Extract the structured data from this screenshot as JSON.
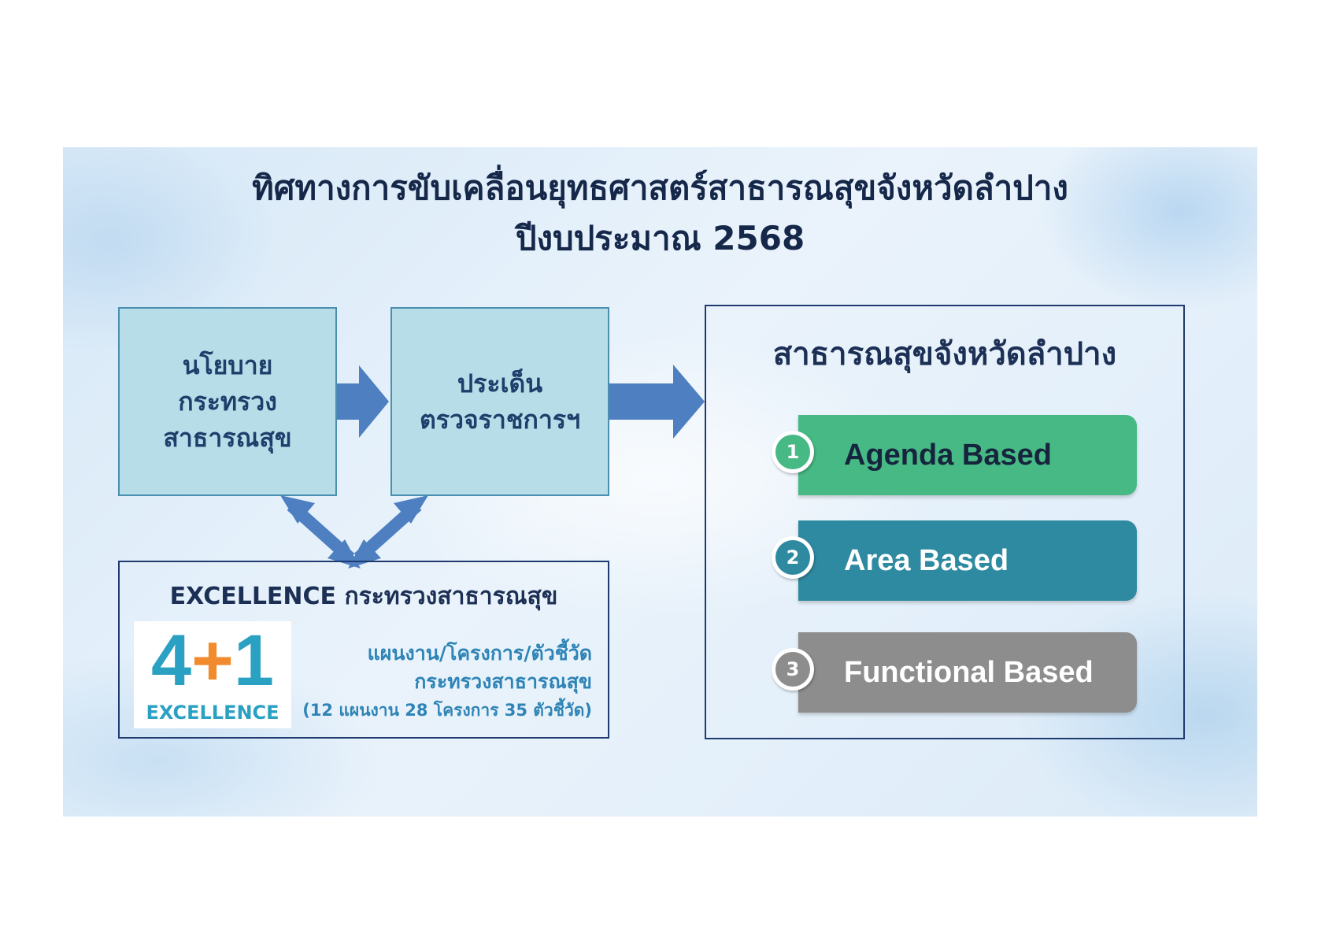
{
  "title": {
    "line1": "ทิศทางการขับเคลื่อนยุทธศาสตร์สาธารณสุขจังหวัดลำปาง",
    "line2": "ปีงบประมาณ 2568"
  },
  "policy_box": {
    "lines": [
      "นโยบาย",
      "กระทรวง",
      "สาธารณสุข"
    ]
  },
  "inspection_box": {
    "lines": [
      "ประเด็น",
      "ตรวจราชการฯ"
    ]
  },
  "excellence": {
    "title": "EXCELLENCE กระทรวงสาธารณสุข",
    "logo": {
      "four": "4",
      "plus": "+",
      "one": "1",
      "caption": "EXCELLENCE"
    },
    "desc_line1": "แผนงาน/โครงการ/ตัวชี้วัด",
    "desc_line2": "กระทรวงสาธารณสุข",
    "desc_line3": "(12 แผนงาน 28 โครงการ 35 ตัวชี้วัด)"
  },
  "lampang": {
    "title": "สาธารณสุขจังหวัดลำปาง",
    "items": [
      {
        "number": "1",
        "label": "Agenda Based",
        "color": "#47b985"
      },
      {
        "number": "2",
        "label": "Area Based",
        "color": "#2e8aa0"
      },
      {
        "number": "3",
        "label": "Functional Based",
        "color": "#8d8d8d"
      }
    ]
  },
  "colors": {
    "title_text": "#16284a",
    "box_fill": "#b7dde8",
    "arrow": "#4d7fc1",
    "logo_blue": "#2aa1c3",
    "logo_orange": "#f28a2e"
  }
}
